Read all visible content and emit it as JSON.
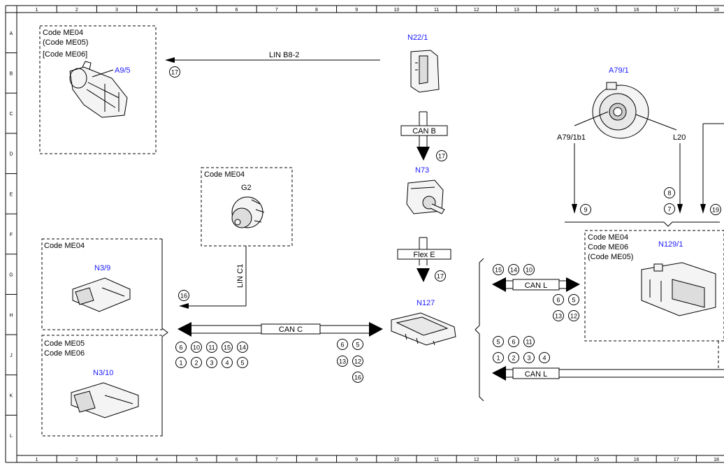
{
  "grid": {
    "columns": [
      "1",
      "2",
      "3",
      "4",
      "5",
      "6",
      "7",
      "8",
      "9",
      "10",
      "11",
      "12",
      "13",
      "14",
      "15",
      "16",
      "17",
      "18"
    ],
    "rows": [
      "A",
      "B",
      "C",
      "D",
      "E",
      "F",
      "G",
      "H",
      "J",
      "K",
      "L"
    ]
  },
  "components": {
    "a95": {
      "codes": [
        "Code ME04",
        "(Code ME05)",
        "[Code ME06]"
      ],
      "id": "A9/5"
    },
    "n221": {
      "id": "N22/1"
    },
    "g2": {
      "codes": [
        "Code ME04"
      ],
      "id": "G2"
    },
    "n73": {
      "id": "N73"
    },
    "a791": {
      "id": "A79/1",
      "left_label": "A79/1b1",
      "right_label": "L20"
    },
    "n39": {
      "codes": [
        "Code ME04"
      ],
      "id": "N3/9"
    },
    "n310": {
      "codes": [
        "Code ME05",
        "Code ME06"
      ],
      "id": "N3/10"
    },
    "n127": {
      "id": "N127"
    },
    "n1291": {
      "codes": [
        "Code ME04",
        "Code ME06",
        "(Code ME05)"
      ],
      "id": "N129/1"
    }
  },
  "connections": {
    "lin_b82": "LIN B8-2",
    "can_b": "CAN B",
    "flex_e": "Flex E",
    "lin_c1": "LIN C1",
    "can_c": "CAN C",
    "can_l_top": "CAN L",
    "can_l_bottom": "CAN L"
  },
  "markers": {
    "lin_b82": [
      "17"
    ],
    "can_b": [
      "17"
    ],
    "flex_e": [
      "17"
    ],
    "lin_c1": [
      "16"
    ],
    "can_c_left_row1": [
      "6",
      "10",
      "11",
      "15",
      "14"
    ],
    "can_c_left_row2": [
      "1",
      "2",
      "3",
      "4",
      "5"
    ],
    "can_c_right_row1": [
      "6",
      "5"
    ],
    "can_c_right_row2": [
      "13",
      "12"
    ],
    "can_c_right_row3": [
      "16"
    ],
    "a791_left": [
      "9"
    ],
    "a791_right_top": [
      "8"
    ],
    "a791_right_bottom": [
      "7"
    ],
    "a791_far_right": [
      "19"
    ],
    "can_l_top_row1": [
      "15",
      "14",
      "10"
    ],
    "can_l_top_row2": [
      "6",
      "5"
    ],
    "can_l_top_row3": [
      "13",
      "12"
    ],
    "can_l_bottom_row1": [
      "5",
      "6",
      "11"
    ],
    "can_l_bottom_row2": [
      "1",
      "2",
      "3",
      "4"
    ]
  }
}
